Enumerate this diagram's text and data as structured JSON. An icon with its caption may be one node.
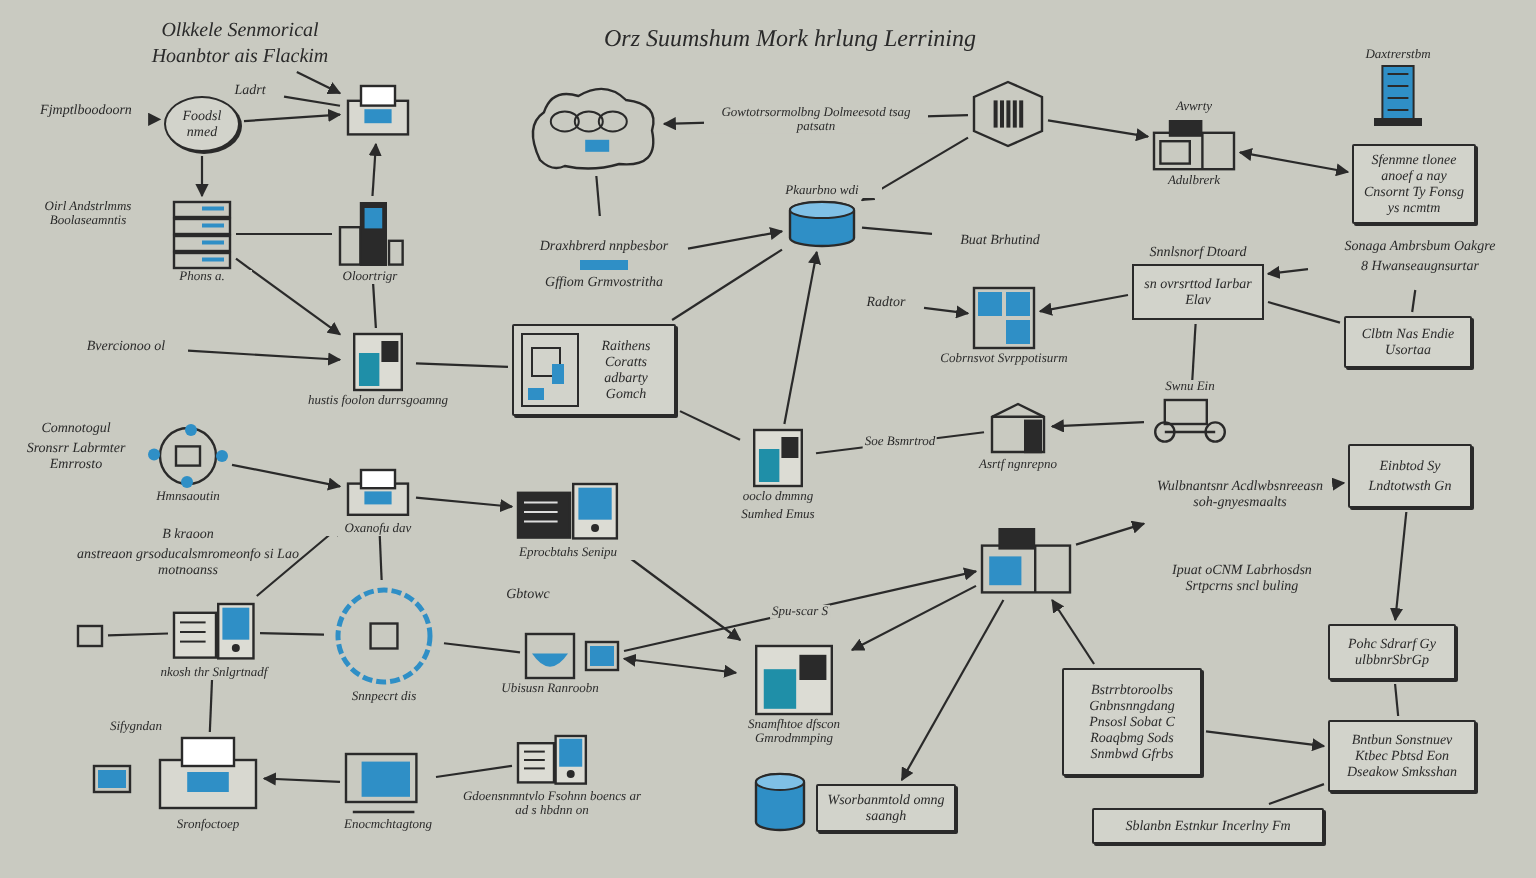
{
  "diagram": {
    "title": "Orz Suumshum Mork hrlung Lerrining",
    "nodes": [
      {
        "text": [
          "Fjmptlboodoorn"
        ]
      },
      {
        "text": [
          "Foodsl nmed"
        ]
      },
      {
        "text": [
          "Ladrt"
        ]
      },
      {
        "text": [],
        "shape": "picture"
      },
      {
        "text": [],
        "shape": "picture",
        "beside": [
          "Phons a."
        ]
      },
      {
        "text": [],
        "shape": "picture",
        "beside": [
          "Oloortrigr"
        ]
      },
      {
        "text": [],
        "shape": "cloud"
      },
      {
        "text": [
          "Draxhbrerd nnpbesbor",
          "Gffiom Grmvostritha"
        ]
      },
      {
        "text": [],
        "shape": "cylinder",
        "beside": [
          "Pkaurbno wdi"
        ]
      },
      {
        "text": [],
        "shape": "picture"
      },
      {
        "text": [],
        "shape": "picture",
        "beside": [
          "Avwrty",
          "Adulbrerk"
        ]
      },
      {
        "text": [],
        "shape": "picture",
        "beside": [
          "Daxtrerstbm"
        ]
      },
      {
        "text": [
          "Sfenmne tlonee anoef a nay Cnsornt Ty Fonsg ys ncmtm"
        ]
      },
      {
        "text": [
          "Radtor"
        ]
      },
      {
        "text": [],
        "shape": "picture",
        "beside": [
          "Cobrnsvot Svrppotisurm"
        ]
      },
      {
        "text": [
          "Snnlsnorf Dtoard",
          "sn ovrsrttod Iarbar Elav"
        ]
      },
      {
        "text": [
          "Sonaga Ambrsbum Oakgre",
          "8 Hwanseaugnsurtar"
        ]
      },
      {
        "text": [
          "Clbtn Nas Endie Usortaa"
        ]
      },
      {
        "text": [
          "Bvercionoo ol"
        ]
      },
      {
        "text": [],
        "shape": "picture",
        "beside": [
          "hustis foolon durrsgoamng"
        ]
      },
      {
        "text": [
          "Raithens Coratts adbarty Gomch"
        ]
      },
      {
        "text": [],
        "shape": "picture",
        "beside": [
          "ooclo dmmng",
          "Sumhed Emus"
        ]
      },
      {
        "text": [],
        "shape": "picture",
        "beside": [
          "Asrtf ngnrepno"
        ]
      },
      {
        "text": [],
        "shape": "picture",
        "beside": [
          "Swnu Ein"
        ]
      },
      {
        "text": [
          "Einbtod Sy",
          "Lndtotwsth Gn"
        ]
      },
      {
        "text": [
          "Comnotogul",
          "Sronsrr Labrmter Emrrosto"
        ]
      },
      {
        "text": [],
        "shape": "picture",
        "beside": [
          "Hmnsaoutin"
        ]
      },
      {
        "text": [],
        "shape": "picture",
        "beside": [
          "Oxanofu dav"
        ]
      },
      {
        "text": [],
        "shape": "picture",
        "beside": [
          "Eprocbtahs Senipu"
        ]
      },
      {
        "text": [
          "B kraoon",
          "anstreaon grsoducalsmromeonfo si Lao motnoanss"
        ]
      },
      {
        "text": [],
        "shape": "box"
      },
      {
        "text": [],
        "shape": "picture",
        "beside": [
          "nkosh thr Snlgrtnadf"
        ]
      },
      {
        "text": [],
        "shape": "picture",
        "beside": [
          "Snnpecrt dis"
        ]
      },
      {
        "text": [
          "Gbtowc"
        ]
      },
      {
        "text": [],
        "shape": "picture",
        "beside": [
          "Ubisusn Ranroobn"
        ]
      },
      {
        "text": [],
        "shape": "picture"
      },
      {
        "text": [],
        "shape": "picture",
        "beside": [
          "Snamfhtoe dfscon Gmrodmmping"
        ]
      },
      {
        "text": [],
        "shape": "picture"
      },
      {
        "text": [
          "Wulbnantsnr Acdlwbsnreeasn soh-gnyesmaalts"
        ]
      },
      {
        "text": [
          "Ipuat oCNM Labrhosdsn Srtpcrns sncl buling"
        ]
      },
      {
        "text": [
          "Bstrrbtoroolbs Gnbnsnngdang Pnsosl Sobat C Roaqbmg Sods Snmbwd Gfrbs"
        ]
      },
      {
        "text": [
          "Pohc Sdrarf Gy ulbbnrSbrGp"
        ]
      },
      {
        "text": [
          "Bntbun Sonstnuev Ktbec Pbtsd Eon Dseakow Smksshan"
        ]
      },
      {
        "text": [],
        "shape": "picture"
      },
      {
        "text": [],
        "shape": "picture",
        "beside": [
          "Sronfoctoep"
        ]
      },
      {
        "text": [],
        "shape": "picture",
        "beside": [
          "Enocmchtagtong"
        ]
      },
      {
        "text": [],
        "shape": "picture",
        "beside": [
          "Gdoensnmntvlo Fsohnn boencs ar ad s hbdnn on"
        ]
      },
      {
        "text": [],
        "shape": "cylinder"
      },
      {
        "text": [
          "Wsorbanmtold omng saangh"
        ]
      },
      {
        "text": [
          "Sblanbn Estnkur Incerlny Fm"
        ]
      },
      {
        "text": [
          "Olkkele Senmorical",
          "Hoanbtor ais Flackim"
        ]
      },
      {
        "text": [
          "Buat Brhutind"
        ]
      }
    ],
    "edges": [
      {
        "from": 0,
        "to": 1,
        "arrow": "to"
      },
      {
        "from": 1,
        "to": 3,
        "arrow": "to"
      },
      {
        "from": 2,
        "to": 3,
        "arrow": "none"
      },
      {
        "from": 1,
        "to": 4,
        "arrow": "to"
      },
      {
        "from": 5,
        "to": 3,
        "arrow": "to"
      },
      {
        "from": 4,
        "to": 5,
        "arrow": "none"
      },
      {
        "from": 4,
        "to": 19,
        "arrow": "to"
      },
      {
        "from": 5,
        "to": 19,
        "arrow": "none"
      },
      {
        "from": 9,
        "to": 6,
        "arrow": "to",
        "label": "Gowtotrsormolbng Dolmeesotd tsag patsatn"
      },
      {
        "from": 6,
        "to": 7,
        "arrow": "none"
      },
      {
        "from": 7,
        "to": 8,
        "arrow": "to"
      },
      {
        "from": 9,
        "to": 8,
        "arrow": "to"
      },
      {
        "from": 20,
        "to": 8,
        "arrow": "none"
      },
      {
        "from": 8,
        "to": 51,
        "arrow": "none"
      },
      {
        "from": 13,
        "to": 14,
        "arrow": "to"
      },
      {
        "from": 9,
        "to": 10,
        "arrow": "to"
      },
      {
        "from": 10,
        "to": 12,
        "arrow": "both"
      },
      {
        "from": 15,
        "to": 14,
        "arrow": "to"
      },
      {
        "from": 16,
        "to": 15,
        "arrow": "to"
      },
      {
        "from": 15,
        "to": 17,
        "arrow": "none"
      },
      {
        "from": 15,
        "to": 23,
        "arrow": "none"
      },
      {
        "from": 23,
        "to": 22,
        "arrow": "to"
      },
      {
        "from": 21,
        "to": 22,
        "arrow": "none",
        "label": "Soe Bsmrtrod"
      },
      {
        "from": 19,
        "to": 20,
        "arrow": "none"
      },
      {
        "from": 20,
        "to": 21,
        "arrow": "none"
      },
      {
        "from": 18,
        "to": 19,
        "arrow": "to"
      },
      {
        "from": 26,
        "to": 27,
        "arrow": "to"
      },
      {
        "from": 27,
        "to": 32,
        "arrow": "none"
      },
      {
        "from": 31,
        "to": 27,
        "arrow": "to"
      },
      {
        "from": 32,
        "to": 31,
        "arrow": "none"
      },
      {
        "from": 32,
        "to": 34,
        "arrow": "none"
      },
      {
        "from": 35,
        "to": 37,
        "arrow": "to",
        "label": "Spu-scar S"
      },
      {
        "from": 35,
        "to": 36,
        "arrow": "both"
      },
      {
        "from": 37,
        "to": 36,
        "arrow": "to"
      },
      {
        "from": 28,
        "to": 36,
        "arrow": "both"
      },
      {
        "from": 40,
        "to": 37,
        "arrow": "to"
      },
      {
        "from": 40,
        "to": 42,
        "arrow": "to"
      },
      {
        "from": 41,
        "to": 42,
        "arrow": "none"
      },
      {
        "from": 24,
        "to": 41,
        "arrow": "to"
      },
      {
        "from": 42,
        "to": 49,
        "arrow": "none"
      },
      {
        "from": 37,
        "to": 48,
        "arrow": "to"
      },
      {
        "from": 45,
        "to": 44,
        "arrow": "to"
      },
      {
        "from": 45,
        "to": 46,
        "arrow": "none"
      },
      {
        "from": 44,
        "to": 31,
        "arrow": "to"
      },
      {
        "from": 30,
        "to": 31,
        "arrow": "none"
      },
      {
        "from": 50,
        "to": 3,
        "arrow": "to"
      },
      {
        "from": 27,
        "to": 28,
        "arrow": "to"
      },
      {
        "from": 38,
        "to": 24,
        "arrow": "to"
      },
      {
        "from": 37,
        "to": 38,
        "arrow": "to"
      },
      {
        "from": 16,
        "to": 17,
        "arrow": "none"
      },
      {
        "from": 21,
        "to": 8,
        "arrow": "to"
      }
    ],
    "labels": [
      "Oirl Andstrlmms Boolaseamntis",
      "Sifygndan"
    ]
  }
}
